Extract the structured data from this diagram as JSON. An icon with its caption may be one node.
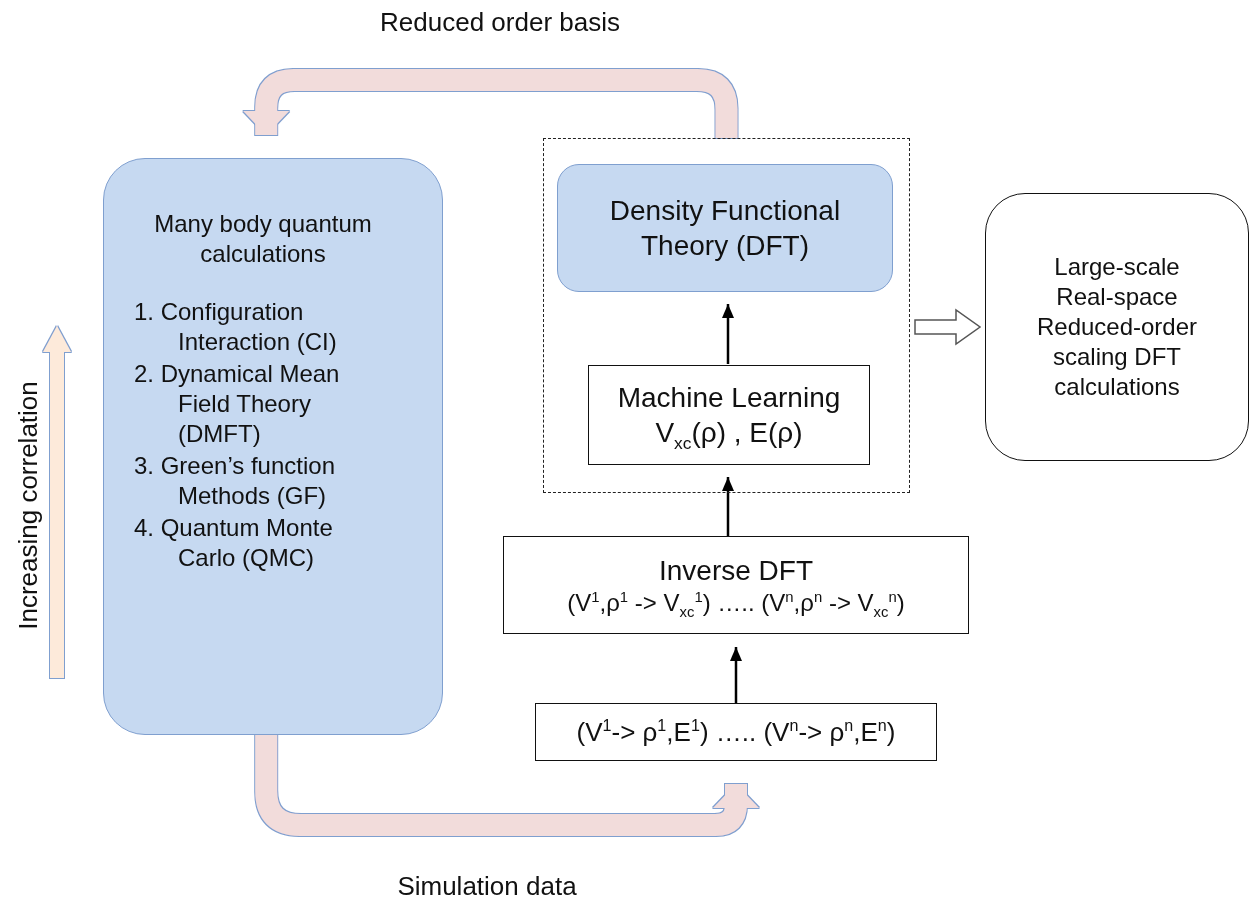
{
  "diagram": {
    "nodes": [
      {
        "text": [
          "Many body quantum calculations",
          "1. Configuration Interaction (CI)",
          "2. Dynamical Mean Field Theory (DMFT)",
          "3. Green’s function Methods (GF)",
          "4. Quantum Monte Carlo (QMC)"
        ]
      },
      {
        "text": [],
        "shape": "box"
      },
      {
        "text": [
          "Density Functional Theory (DFT)"
        ],
        "in": 1
      },
      {
        "text": [
          "Machine Learning",
          "V$_{xc}$(ρ) , E(ρ)"
        ],
        "in": 1
      },
      {
        "text": [
          "Inverse DFT",
          "(V$^{1}$,ρ$^{1}$ -> V$_{xc}$$^{1}$) ….. (V$^{n}$,ρ$^{n}$ -> V$_{xc}$$^{n}$)"
        ]
      },
      {
        "text": [
          "(V$^{1}$-> ρ$^{1}$,E$^{1}$) ….. (V$^{n}$-> ρ$^{n}$,E$^{n}$)"
        ]
      },
      {
        "text": [
          "Large-scale Real-space Reduced-order scaling DFT calculations"
        ]
      }
    ],
    "edges": [
      {
        "from": 1,
        "to": 0,
        "arrow": "to",
        "label": "Reduced order basis",
        "style": "thick",
        "color": "#f2dcdb"
      },
      {
        "from": 0,
        "to": 5,
        "arrow": "to",
        "label": "Simulation data",
        "style": "thick",
        "color": "#f2dcdb"
      },
      {
        "from": 5,
        "to": 4,
        "arrow": "to"
      },
      {
        "from": 4,
        "to": 3,
        "arrow": "to"
      },
      {
        "from": 3,
        "to": 2,
        "arrow": "to"
      },
      {
        "from": 1,
        "to": 6,
        "arrow": "to",
        "style": "thick",
        "color": "#ffffff"
      }
    ],
    "labels": [
      "Increasing correlation"
    ]
  }
}
